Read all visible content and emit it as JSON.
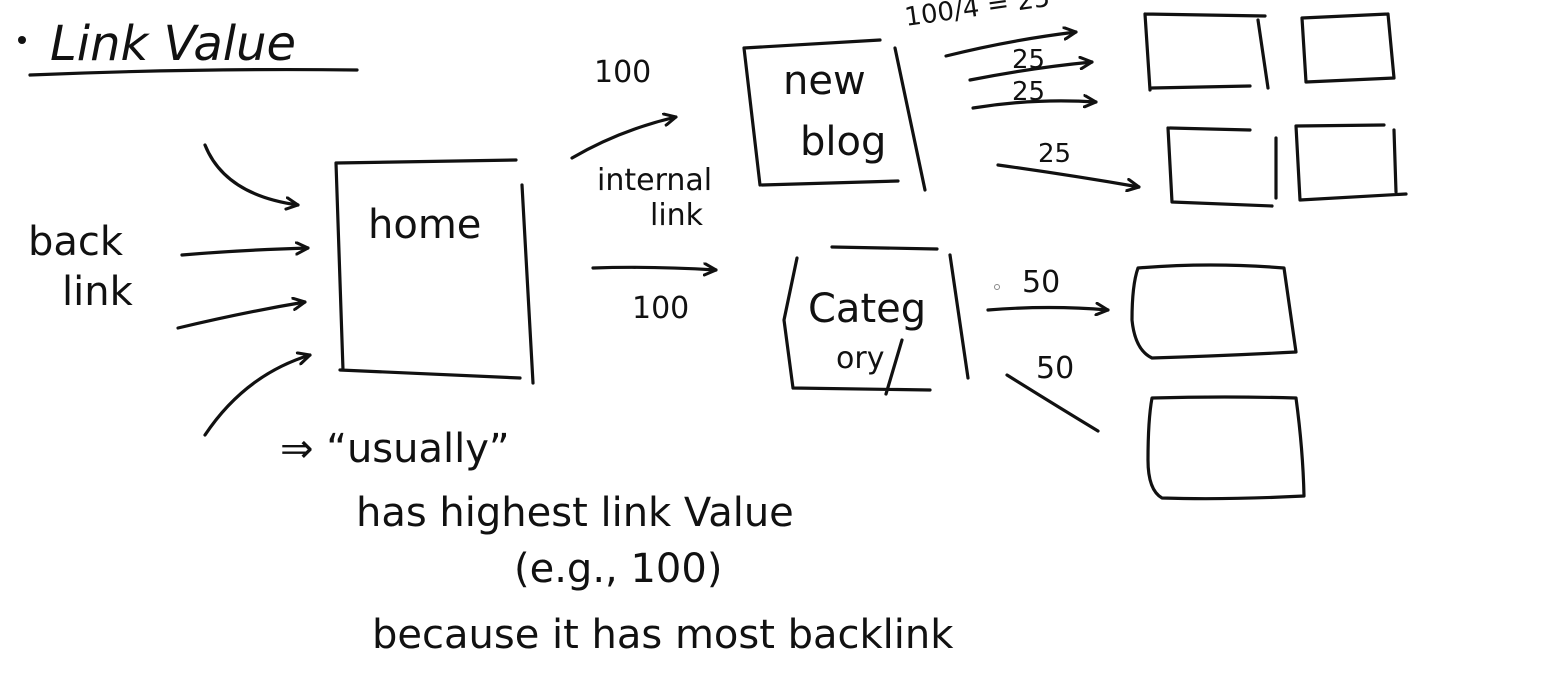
{
  "title": "Link Value",
  "nodes": {
    "home": "home",
    "new_blog_line1": "new",
    "new_blog_line2": "blog",
    "category_line1": "Categ",
    "category_line2": "ory"
  },
  "labels": {
    "backlink_line1": "back",
    "backlink_line2": "link",
    "top_value": "100",
    "internal_line1": "internal",
    "internal_line2": "link",
    "bottom_value": "100",
    "split_formula": "100/4 = 25",
    "blog_split_1": "25",
    "blog_split_2": "25",
    "blog_split_3": "25",
    "category_split_1": "50",
    "category_split_2": "50"
  },
  "notes": {
    "line1": "⇒ “usually”",
    "line2": "has highest link Value",
    "line3": "(e.g., 100)",
    "line4": "because it has most backlink"
  }
}
